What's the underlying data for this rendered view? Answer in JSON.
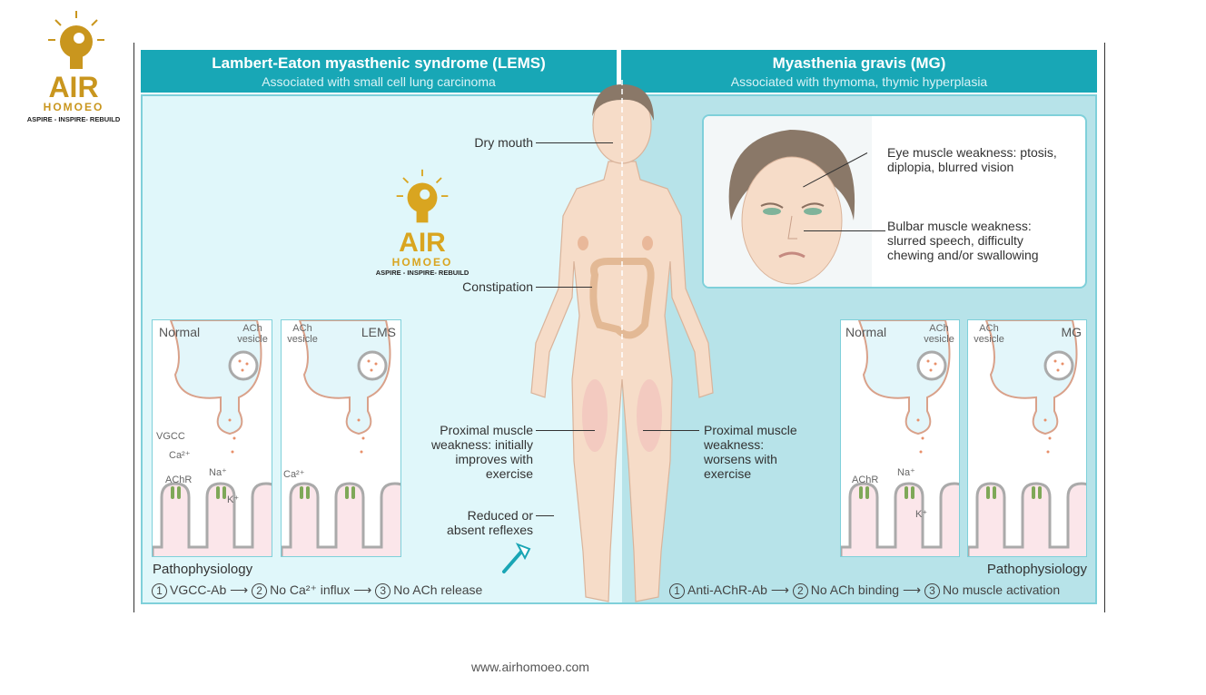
{
  "logo": {
    "brand": "AIR",
    "sub": "HOMOEO",
    "tagline": "ASPIRE - INSPIRE- REBUILD"
  },
  "watermark": {
    "brand": "AIR",
    "sub": "HOMOEO",
    "tagline": "ASPIRE - INSPIRE- REBUILD"
  },
  "left": {
    "title": "Lambert-Eaton myasthenic syndrome (LEMS)",
    "subtitle": "Associated with small cell lung carcinoma",
    "normal_panel": {
      "title": "Normal",
      "vesicle": "ACh vesicle",
      "vgcc": "VGCC",
      "ca": "Ca²⁺",
      "achr": "AChR",
      "na": "Na⁺",
      "k": "K⁺"
    },
    "disease_panel": {
      "title": "LEMS",
      "vesicle": "ACh vesicle",
      "ca": "Ca²⁺"
    },
    "patho_label": "Pathophysiology",
    "steps": [
      {
        "n": "1",
        "text": "VGCC-Ab"
      },
      {
        "n": "2",
        "text": "No Ca²⁺ influx"
      },
      {
        "n": "3",
        "text": "No ACh release"
      }
    ]
  },
  "right": {
    "title": "Myasthenia gravis (MG)",
    "subtitle": "Associated with thymoma, thymic hyperplasia",
    "eye": "Eye muscle weakness: ptosis, diplopia, blurred vision",
    "bulbar": "Bulbar muscle weakness: slurred speech, difficulty chewing and/or swallowing",
    "normal_panel": {
      "title": "Normal",
      "vesicle": "ACh vesicle",
      "achr": "AChR",
      "na": "Na⁺",
      "k": "K⁺"
    },
    "disease_panel": {
      "title": "MG",
      "vesicle": "ACh vesicle"
    },
    "patho_label": "Pathophysiology",
    "steps": [
      {
        "n": "1",
        "text": "Anti-AChR-Ab"
      },
      {
        "n": "2",
        "text": "No ACh binding"
      },
      {
        "n": "3",
        "text": "No muscle activation"
      }
    ]
  },
  "body": {
    "dry_mouth": "Dry mouth",
    "constipation": "Constipation",
    "prox_left": "Proximal muscle weakness: initially improves with exercise",
    "reflexes": "Reduced or absent reflexes",
    "prox_right": "Proximal muscle weakness: worsens with exercise"
  },
  "footer": {
    "url": "www.airhomoeo.com"
  }
}
